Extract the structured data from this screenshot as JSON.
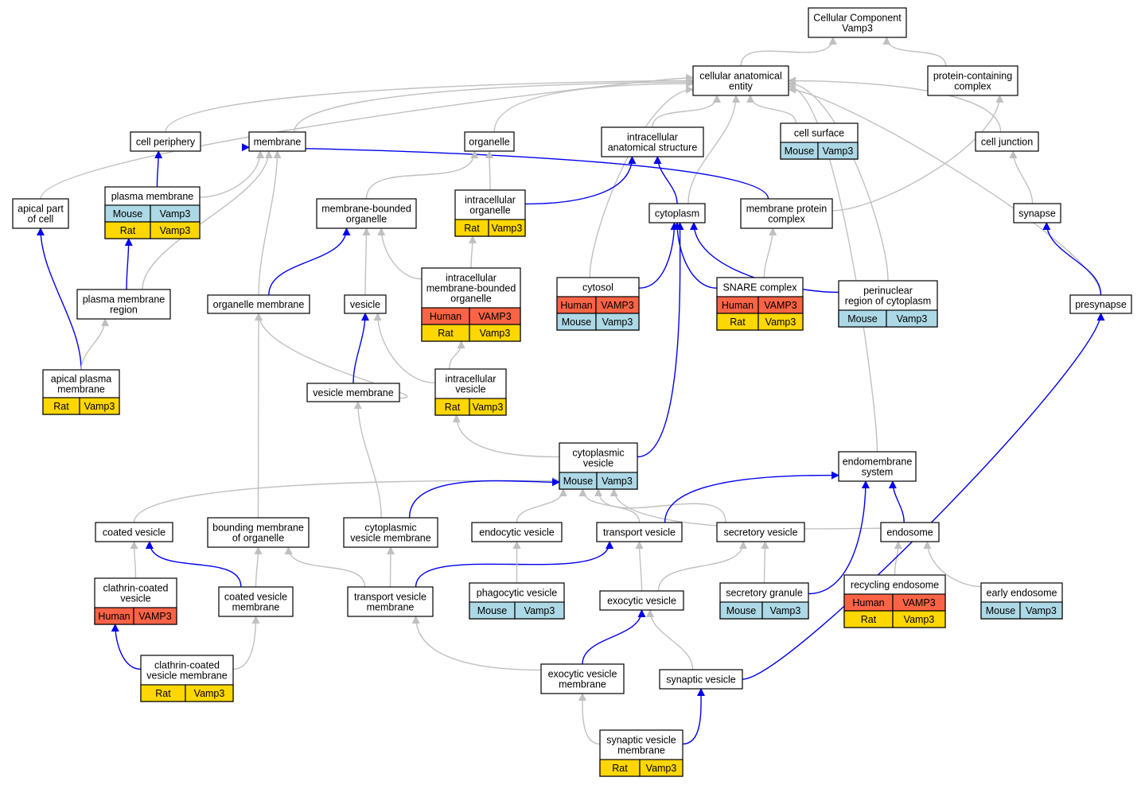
{
  "colors": {
    "gray_edge": "#c0c0c0",
    "blue_edge": "#0000ee",
    "Human": "#fa6346",
    "Mouse": "#add8e6",
    "Rat": "#ffd700"
  },
  "nodes": [
    {
      "id": "cc",
      "title": [
        "Cellular Component",
        "Vamp3"
      ],
      "rows": []
    },
    {
      "id": "cae",
      "title": [
        "cellular anatomical",
        "entity"
      ],
      "rows": []
    },
    {
      "id": "pcc",
      "title": [
        "protein-containing",
        "complex"
      ],
      "rows": []
    },
    {
      "id": "cp",
      "title": [
        "cell periphery"
      ],
      "rows": []
    },
    {
      "id": "mem",
      "title": [
        "membrane"
      ],
      "rows": []
    },
    {
      "id": "org",
      "title": [
        "organelle"
      ],
      "rows": []
    },
    {
      "id": "ias",
      "title": [
        "intracellular",
        "anatomical structure"
      ],
      "rows": []
    },
    {
      "id": "cs",
      "title": [
        "cell surface"
      ],
      "rows": [
        [
          "Mouse",
          "Vamp3"
        ]
      ]
    },
    {
      "id": "cj",
      "title": [
        "cell junction"
      ],
      "rows": []
    },
    {
      "id": "pm",
      "title": [
        "plasma membrane"
      ],
      "rows": [
        [
          "Mouse",
          "Vamp3"
        ],
        [
          "Rat",
          "Vamp3"
        ]
      ]
    },
    {
      "id": "apc",
      "title": [
        "apical part",
        "of cell"
      ],
      "rows": []
    },
    {
      "id": "mbo",
      "title": [
        "membrane-bounded",
        "organelle"
      ],
      "rows": []
    },
    {
      "id": "io",
      "title": [
        "intracellular",
        "organelle"
      ],
      "rows": [
        [
          "Rat",
          "Vamp3"
        ]
      ]
    },
    {
      "id": "cyto",
      "title": [
        "cytoplasm"
      ],
      "rows": []
    },
    {
      "id": "mpc",
      "title": [
        "membrane protein",
        "complex"
      ],
      "rows": []
    },
    {
      "id": "syn",
      "title": [
        "synapse"
      ],
      "rows": []
    },
    {
      "id": "pmr",
      "title": [
        "plasma membrane",
        "region"
      ],
      "rows": []
    },
    {
      "id": "om",
      "title": [
        "organelle membrane"
      ],
      "rows": []
    },
    {
      "id": "ves",
      "title": [
        "vesicle"
      ],
      "rows": []
    },
    {
      "id": "imbo",
      "title": [
        "intracellular",
        "membrane-bounded",
        "organelle"
      ],
      "rows": [
        [
          "Human",
          "VAMP3"
        ],
        [
          "Rat",
          "Vamp3"
        ]
      ]
    },
    {
      "id": "cytosol",
      "title": [
        "cytosol"
      ],
      "rows": [
        [
          "Human",
          "VAMP3"
        ],
        [
          "Mouse",
          "Vamp3"
        ]
      ]
    },
    {
      "id": "snare",
      "title": [
        "SNARE complex"
      ],
      "rows": [
        [
          "Human",
          "VAMP3"
        ],
        [
          "Rat",
          "Vamp3"
        ]
      ]
    },
    {
      "id": "prc",
      "title": [
        "perinuclear",
        "region of cytoplasm"
      ],
      "rows": [
        [
          "Mouse",
          "Vamp3"
        ]
      ]
    },
    {
      "id": "pre",
      "title": [
        "presynapse"
      ],
      "rows": []
    },
    {
      "id": "apm",
      "title": [
        "apical plasma",
        "membrane"
      ],
      "rows": [
        [
          "Rat",
          "Vamp3"
        ]
      ]
    },
    {
      "id": "vm",
      "title": [
        "vesicle membrane"
      ],
      "rows": []
    },
    {
      "id": "iv",
      "title": [
        "intracellular",
        "vesicle"
      ],
      "rows": [
        [
          "Rat",
          "Vamp3"
        ]
      ]
    },
    {
      "id": "cv",
      "title": [
        "cytoplasmic",
        "vesicle"
      ],
      "rows": [
        [
          "Mouse",
          "Vamp3"
        ]
      ]
    },
    {
      "id": "es",
      "title": [
        "endomembrane",
        "system"
      ],
      "rows": []
    },
    {
      "id": "coatv",
      "title": [
        "coated vesicle"
      ],
      "rows": []
    },
    {
      "id": "bmo",
      "title": [
        "bounding membrane",
        "of organelle"
      ],
      "rows": []
    },
    {
      "id": "cvm",
      "title": [
        "cytoplasmic",
        "vesicle membrane"
      ],
      "rows": []
    },
    {
      "id": "endv",
      "title": [
        "endocytic vesicle"
      ],
      "rows": []
    },
    {
      "id": "tv",
      "title": [
        "transport vesicle"
      ],
      "rows": []
    },
    {
      "id": "secv",
      "title": [
        "secretory vesicle"
      ],
      "rows": []
    },
    {
      "id": "endo",
      "title": [
        "endosome"
      ],
      "rows": []
    },
    {
      "id": "ccv",
      "title": [
        "clathrin-coated",
        "vesicle"
      ],
      "rows": [
        [
          "Human",
          "VAMP3"
        ]
      ]
    },
    {
      "id": "covm",
      "title": [
        "coated vesicle",
        "membrane"
      ],
      "rows": []
    },
    {
      "id": "tvm",
      "title": [
        "transport vesicle",
        "membrane"
      ],
      "rows": []
    },
    {
      "id": "phv",
      "title": [
        "phagocytic vesicle"
      ],
      "rows": [
        [
          "Mouse",
          "Vamp3"
        ]
      ]
    },
    {
      "id": "exv",
      "title": [
        "exocytic vesicle"
      ],
      "rows": []
    },
    {
      "id": "sg",
      "title": [
        "secretory granule"
      ],
      "rows": [
        [
          "Mouse",
          "Vamp3"
        ]
      ]
    },
    {
      "id": "re",
      "title": [
        "recycling endosome"
      ],
      "rows": [
        [
          "Human",
          "VAMP3"
        ],
        [
          "Rat",
          "Vamp3"
        ]
      ]
    },
    {
      "id": "ee",
      "title": [
        "early endosome"
      ],
      "rows": [
        [
          "Mouse",
          "Vamp3"
        ]
      ]
    },
    {
      "id": "ccvm",
      "title": [
        "clathrin-coated",
        "vesicle membrane"
      ],
      "rows": [
        [
          "Rat",
          "Vamp3"
        ]
      ]
    },
    {
      "id": "exvm",
      "title": [
        "exocytic vesicle",
        "membrane"
      ],
      "rows": []
    },
    {
      "id": "synv",
      "title": [
        "synaptic vesicle"
      ],
      "rows": []
    },
    {
      "id": "svm",
      "title": [
        "synaptic vesicle",
        "membrane"
      ],
      "rows": [
        [
          "Rat",
          "Vamp3"
        ]
      ]
    }
  ],
  "edges": [
    {
      "from": "cae",
      "to": "cc",
      "color": "gray"
    },
    {
      "from": "pcc",
      "to": "cc",
      "color": "gray"
    },
    {
      "from": "cp",
      "to": "cae",
      "color": "gray"
    },
    {
      "from": "mem",
      "to": "cae",
      "color": "gray"
    },
    {
      "from": "org",
      "to": "cae",
      "color": "gray"
    },
    {
      "from": "ias",
      "to": "cae",
      "color": "gray"
    },
    {
      "from": "cs",
      "to": "cae",
      "color": "gray"
    },
    {
      "from": "cj",
      "to": "cae",
      "color": "gray"
    },
    {
      "from": "apc",
      "to": "cae",
      "color": "gray"
    },
    {
      "from": "cyto",
      "to": "cae",
      "color": "gray"
    },
    {
      "from": "cytosol",
      "to": "cae",
      "color": "gray"
    },
    {
      "from": "prc",
      "to": "cae",
      "color": "gray"
    },
    {
      "from": "es",
      "to": "cae",
      "color": "gray"
    },
    {
      "from": "pre",
      "to": "cae",
      "color": "gray"
    },
    {
      "from": "mpc",
      "to": "pcc",
      "color": "gray"
    },
    {
      "from": "pm",
      "to": "cp",
      "color": "blue"
    },
    {
      "from": "pm",
      "to": "mem",
      "color": "gray"
    },
    {
      "from": "pmr",
      "to": "mem",
      "color": "gray"
    },
    {
      "from": "om",
      "to": "mem",
      "color": "gray"
    },
    {
      "from": "mpc",
      "to": "mem",
      "color": "blue"
    },
    {
      "from": "mbo",
      "to": "org",
      "color": "gray"
    },
    {
      "from": "io",
      "to": "org",
      "color": "gray"
    },
    {
      "from": "io",
      "to": "ias",
      "color": "blue"
    },
    {
      "from": "cyto",
      "to": "ias",
      "color": "blue"
    },
    {
      "from": "syn",
      "to": "cj",
      "color": "gray"
    },
    {
      "from": "pmr",
      "to": "pm",
      "color": "blue"
    },
    {
      "from": "apm",
      "to": "apc",
      "color": "blue"
    },
    {
      "from": "apm",
      "to": "pmr",
      "color": "gray"
    },
    {
      "from": "om",
      "to": "mbo",
      "color": "blue"
    },
    {
      "from": "ves",
      "to": "mbo",
      "color": "gray"
    },
    {
      "from": "imbo",
      "to": "mbo",
      "color": "gray"
    },
    {
      "from": "imbo",
      "to": "io",
      "color": "gray"
    },
    {
      "from": "cytosol",
      "to": "cyto",
      "color": "blue"
    },
    {
      "from": "snare",
      "to": "cyto",
      "color": "blue"
    },
    {
      "from": "prc",
      "to": "cyto",
      "color": "blue"
    },
    {
      "from": "cv",
      "to": "cyto",
      "color": "blue"
    },
    {
      "from": "snare",
      "to": "mpc",
      "color": "gray"
    },
    {
      "from": "pre",
      "to": "syn",
      "color": "blue"
    },
    {
      "from": "vm",
      "to": "om",
      "color": "gray"
    },
    {
      "from": "bmo",
      "to": "om",
      "color": "gray"
    },
    {
      "from": "vm",
      "to": "ves",
      "color": "blue"
    },
    {
      "from": "iv",
      "to": "ves",
      "color": "gray"
    },
    {
      "from": "iv",
      "to": "imbo",
      "color": "gray"
    },
    {
      "from": "cv",
      "to": "iv",
      "color": "gray"
    },
    {
      "from": "cvm",
      "to": "vm",
      "color": "gray"
    },
    {
      "from": "coatv",
      "to": "cv",
      "color": "gray"
    },
    {
      "from": "cvm",
      "to": "cv",
      "color": "blue"
    },
    {
      "from": "endv",
      "to": "cv",
      "color": "gray"
    },
    {
      "from": "tv",
      "to": "cv",
      "color": "gray"
    },
    {
      "from": "secv",
      "to": "cv",
      "color": "gray"
    },
    {
      "from": "endo",
      "to": "cv",
      "color": "gray"
    },
    {
      "from": "tv",
      "to": "es",
      "color": "blue"
    },
    {
      "from": "endo",
      "to": "es",
      "color": "blue"
    },
    {
      "from": "sg",
      "to": "es",
      "color": "blue"
    },
    {
      "from": "ccv",
      "to": "coatv",
      "color": "gray"
    },
    {
      "from": "covm",
      "to": "coatv",
      "color": "blue"
    },
    {
      "from": "covm",
      "to": "bmo",
      "color": "gray"
    },
    {
      "from": "tvm",
      "to": "bmo",
      "color": "gray"
    },
    {
      "from": "tvm",
      "to": "cvm",
      "color": "gray"
    },
    {
      "from": "tvm",
      "to": "tv",
      "color": "blue"
    },
    {
      "from": "phv",
      "to": "endv",
      "color": "gray"
    },
    {
      "from": "exv",
      "to": "tv",
      "color": "gray"
    },
    {
      "from": "exv",
      "to": "secv",
      "color": "gray"
    },
    {
      "from": "sg",
      "to": "secv",
      "color": "gray"
    },
    {
      "from": "re",
      "to": "endo",
      "color": "gray"
    },
    {
      "from": "ee",
      "to": "endo",
      "color": "gray"
    },
    {
      "from": "ccvm",
      "to": "ccv",
      "color": "blue"
    },
    {
      "from": "ccvm",
      "to": "covm",
      "color": "gray"
    },
    {
      "from": "exvm",
      "to": "tvm",
      "color": "gray"
    },
    {
      "from": "exvm",
      "to": "exv",
      "color": "blue"
    },
    {
      "from": "synv",
      "to": "exv",
      "color": "gray"
    },
    {
      "from": "synv",
      "to": "pre",
      "color": "blue"
    },
    {
      "from": "svm",
      "to": "exvm",
      "color": "gray"
    },
    {
      "from": "svm",
      "to": "synv",
      "color": "blue"
    }
  ]
}
